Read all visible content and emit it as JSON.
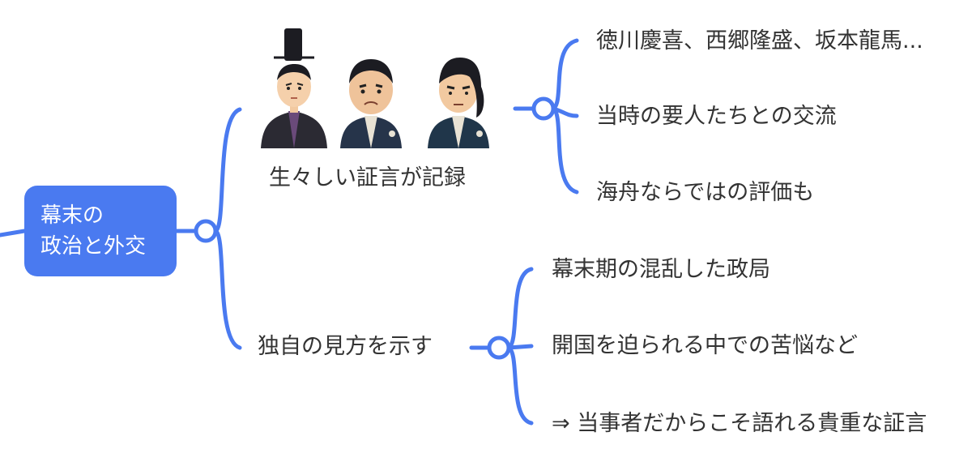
{
  "colors": {
    "accent": "#4a7af0",
    "text": "#333333"
  },
  "root": {
    "line1": "幕末の",
    "line2": "政治と外交"
  },
  "branch1": {
    "label": "生々しい証言が記録",
    "image": "samurai-trio-illustration",
    "children": [
      "徳川慶喜、西郷隆盛、坂本龍馬...",
      "当時の要人たちとの交流",
      "海舟ならではの評価も"
    ]
  },
  "branch2": {
    "label": "独自の見方を示す",
    "children": [
      "幕末期の混乱した政局",
      "開国を迫られる中での苦悩など",
      "⇒ 当事者だからこそ語れる貴重な証言"
    ]
  }
}
